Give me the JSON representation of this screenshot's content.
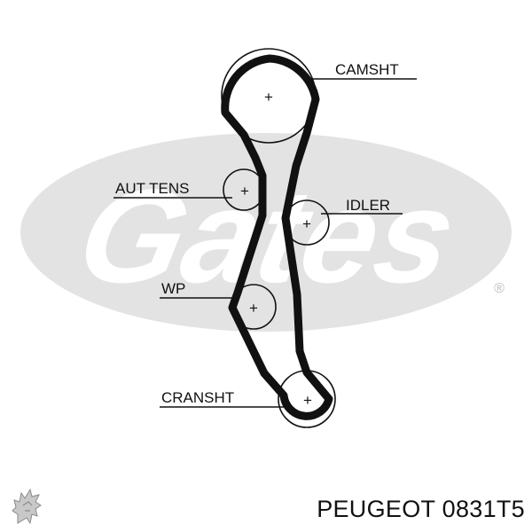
{
  "watermark": {
    "brand": "Gates",
    "registered_mark": "®",
    "color": "#e3e3e3"
  },
  "diagram": {
    "belt_color": "#111111",
    "labels": {
      "camshaft": "CAMSHT",
      "tensioner": "AUT TENS",
      "idler": "IDLER",
      "water_pump": "WP",
      "crankshaft": "CRANSHT"
    },
    "center_mark": "+"
  },
  "footer": {
    "brand_logo": "peugeot-lion-icon",
    "caption": "PEUGEOT 0831T5"
  }
}
